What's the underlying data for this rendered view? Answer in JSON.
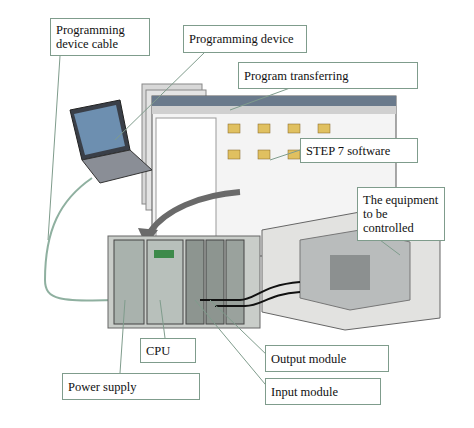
{
  "diagram": {
    "nodes": [
      {
        "text": [
          "Programming device cable"
        ]
      },
      {
        "text": [
          "Programming device"
        ]
      },
      {
        "text": [
          "Program transferring"
        ]
      },
      {
        "text": [
          "STEP 7 software"
        ]
      },
      {
        "text": [
          "The equipment to be controlled"
        ]
      },
      {
        "text": [
          "CPU"
        ]
      },
      {
        "text": [
          "Output module"
        ]
      },
      {
        "text": [
          "Power supply"
        ]
      },
      {
        "text": [
          "Input module"
        ]
      }
    ]
  }
}
